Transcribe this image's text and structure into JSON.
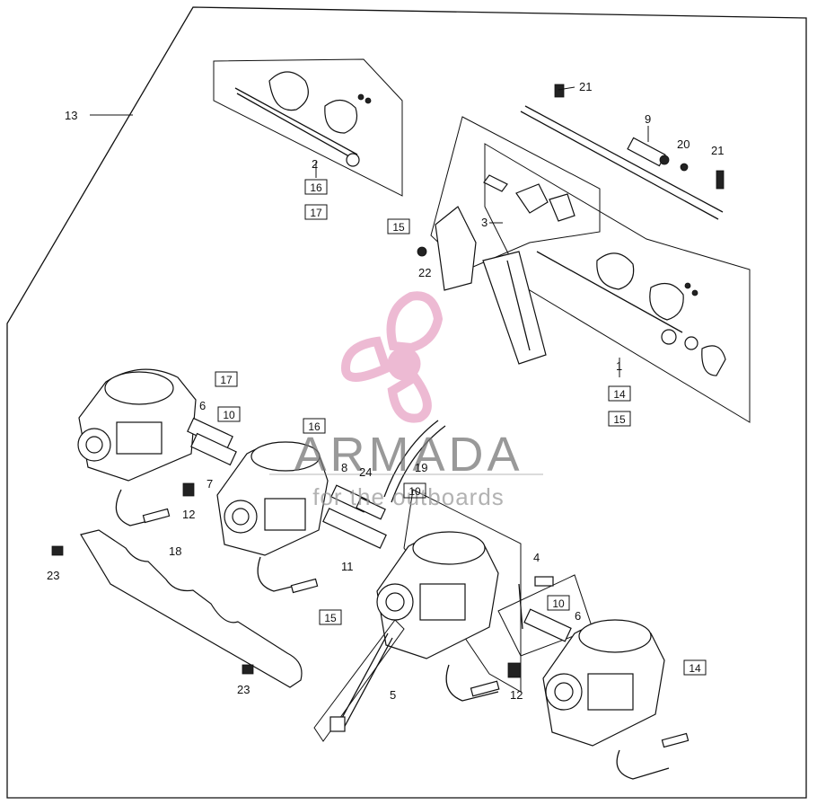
{
  "diagram": {
    "labels": [
      "13",
      "2",
      "21",
      "9",
      "20",
      "21",
      "3",
      "22",
      "1",
      "6",
      "7",
      "12",
      "8",
      "24",
      "19",
      "11",
      "18",
      "23",
      "23",
      "4",
      "6",
      "5",
      "12"
    ],
    "boxed_labels": [
      "16",
      "17",
      "15",
      "14",
      "15",
      "17",
      "10",
      "16",
      "10",
      "15",
      "10",
      "14"
    ]
  },
  "watermark": {
    "title": "ARMADA",
    "subtitle": "for the outboards",
    "logo_color": "#e9a9c9",
    "text_color": "#7a7a7a"
  }
}
